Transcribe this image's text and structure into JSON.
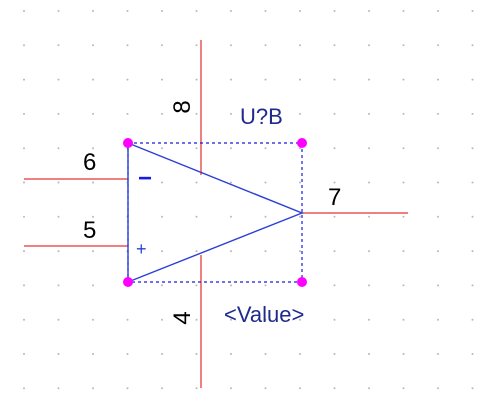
{
  "component": {
    "reference": "U?B",
    "value": "<Value>",
    "inverting_sign": "−",
    "noninverting_sign": "+"
  },
  "pins": {
    "inverting_input": "6",
    "noninverting_input": "5",
    "output": "7",
    "positive_supply": "8",
    "negative_supply": "4"
  },
  "colors": {
    "background": "#ffffff",
    "grid_dot": "#b8b8b8",
    "pin_wire": "#f08080",
    "symbol_body": "#2a3fd8",
    "selection_box": "#1a1ae0",
    "handle": "#ff00ff",
    "label_text": "#1f2a8c",
    "pin_number_text": "#000000"
  }
}
